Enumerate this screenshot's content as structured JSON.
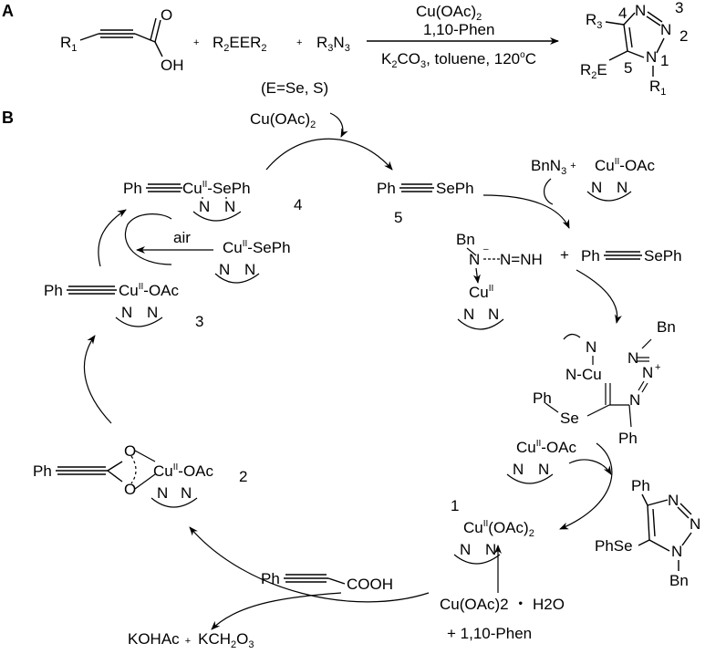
{
  "panel_a": {
    "label": "A",
    "alkynoic_acid": {
      "r": "R",
      "r_sub": "1",
      "o": "O",
      "oh": "OH"
    },
    "plus": "+",
    "dichalcogenide": {
      "r1": "R",
      "r1_sub": "2",
      "e": "EER",
      "r2_sub": "2"
    },
    "azide": {
      "r": "R",
      "r_sub": "3",
      "n": "N",
      "n_sub": "3"
    },
    "arrow_top1": {
      "main": "Cu(OAc)",
      "sub": "2"
    },
    "arrow_top2": "1,10-Phen",
    "arrow_bottom": {
      "k": "K",
      "k_sub": "2",
      "co": "CO",
      "co_sub": "3",
      "rest": ", toluene, 120",
      "deg": "o",
      "c": "C"
    },
    "product": {
      "r3": "R",
      "r3_sub": "3",
      "num4": "4",
      "num3": "3",
      "num2": "2",
      "num1": "1",
      "num5": "5",
      "n": "N",
      "r2e": "R",
      "r2e_sub": "2",
      "e": "E",
      "r1": "R",
      "r1_sub": "1"
    },
    "condition_note": "(E=Se, S)"
  },
  "panel_b": {
    "label": "B",
    "cu_oac2_top": {
      "main": "Cu(OAc)",
      "sub": "2"
    },
    "compound4": {
      "ph": "Ph",
      "cu": "Cu",
      "ii": "II",
      "seph": "-SePh",
      "n": "N",
      "num": "4"
    },
    "compound5": {
      "ph": "Ph",
      "seph": "SePh",
      "num": "5"
    },
    "bnn3": {
      "bn": "BnN",
      "sub": "3",
      "plus": "+"
    },
    "cu_oac_top_right": {
      "cu": "Cu",
      "ii": "II",
      "oac": "-OAc",
      "n": "N"
    },
    "cu_seph_left": {
      "cu": "Cu",
      "ii": "II",
      "seph": "-SePh",
      "n": "N"
    },
    "air": "air",
    "compound3": {
      "ph": "Ph",
      "cu": "Cu",
      "ii": "II",
      "oac": "-OAc",
      "n": "N",
      "num": "3"
    },
    "triazene": {
      "bn": "Bn",
      "n": "N",
      "minus": "–",
      "nnh": "N=NH",
      "cu": "Cu",
      "ii": "II",
      "plus": "+"
    },
    "compound5b": {
      "ph": "Ph",
      "seph": "SePh"
    },
    "intermediate": {
      "n": "N",
      "ncu": "N-Cu",
      "bn": "Bn",
      "plus": "+",
      "phse": "Ph",
      "se": "Se",
      "ph": "Ph"
    },
    "compound2": {
      "ph": "Ph",
      "o": "O",
      "cu": "Cu",
      "ii": "II",
      "oac": "-OAc",
      "n": "N",
      "num": "2"
    },
    "cu_oac_mid": {
      "cu": "Cu",
      "ii": "II",
      "oac": "-OAc",
      "n": "N"
    },
    "product_triazole": {
      "ph": "Ph",
      "n": "N",
      "phse": "PhSe",
      "bn": "Bn"
    },
    "compound1": {
      "num": "1",
      "cu": "Cu",
      "ii": "II",
      "oac": "(OAc)",
      "oac_sub": "2",
      "n": "N"
    },
    "phenylpropiolic": {
      "ph": "Ph",
      "cooh": "COOH"
    },
    "cu_hydrate": "Cu(OAc)2 ・ H2O",
    "phen_add": "+     1,10-Phen",
    "byproducts": {
      "kohac": "KOHAc",
      "plus": "+",
      "kch": "KCH",
      "sub1": "2",
      "o": "O",
      "sub2": "3"
    }
  }
}
